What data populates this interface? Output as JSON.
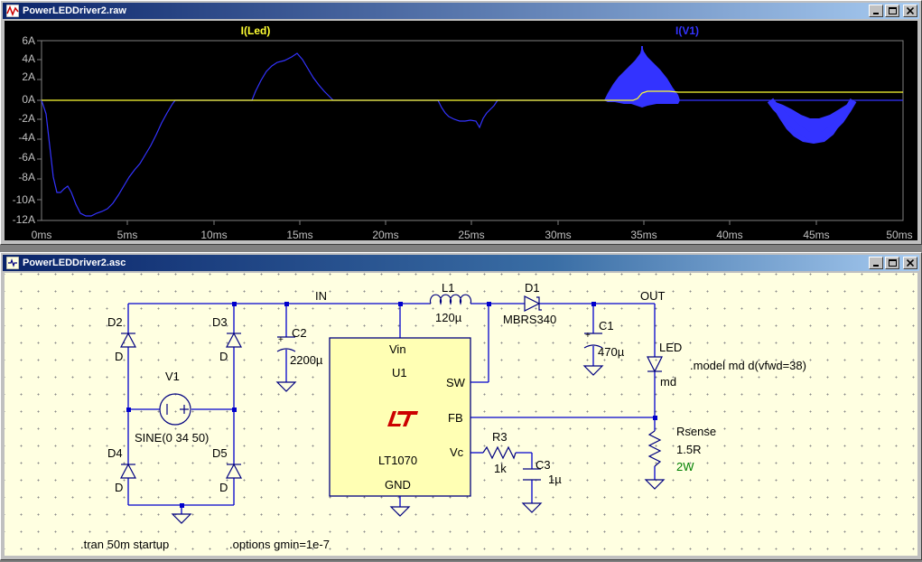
{
  "plot_window": {
    "title": "PowerLEDDriver2.raw",
    "trace_labels": {
      "led": "I(Led)",
      "v1": "I(V1)"
    },
    "y_ticks": [
      "6A",
      "4A",
      "2A",
      "0A",
      "-2A",
      "-4A",
      "-6A",
      "-8A",
      "-10A",
      "-12A"
    ],
    "x_ticks": [
      "0ms",
      "5ms",
      "10ms",
      "15ms",
      "20ms",
      "25ms",
      "30ms",
      "35ms",
      "40ms",
      "45ms",
      "50ms"
    ],
    "colors": {
      "led": "#ffff33",
      "v1": "#3333ff",
      "grid": "#808080",
      "axis_text": "#c0c0c0",
      "background": "#000000"
    }
  },
  "schematic_window": {
    "title": "PowerLEDDriver2.asc",
    "nets": {
      "in": "IN",
      "out": "OUT",
      "led_label": "LED"
    },
    "components": {
      "d2": {
        "name": "D2",
        "value": "D"
      },
      "d3": {
        "name": "D3",
        "value": "D"
      },
      "d4": {
        "name": "D4",
        "value": "D"
      },
      "d5": {
        "name": "D5",
        "value": "D"
      },
      "v1": {
        "name": "V1",
        "value": "SINE(0 34 50)"
      },
      "c2": {
        "name": "C2",
        "value": "2200µ"
      },
      "l1": {
        "name": "L1",
        "value": "120µ"
      },
      "d1": {
        "name": "D1",
        "value": "MBRS340"
      },
      "c1": {
        "name": "C1",
        "value": "470µ"
      },
      "led": {
        "value": "md"
      },
      "u1": {
        "name": "U1",
        "part": "LT1070",
        "pins": {
          "vin": "Vin",
          "sw": "SW",
          "fb": "FB",
          "vc": "Vc",
          "gnd": "GND"
        }
      },
      "r3": {
        "name": "R3",
        "value": "1k"
      },
      "c3": {
        "name": "C3",
        "value": "1µ"
      },
      "rsense": {
        "name": "Rsense",
        "value": "1.5R",
        "power": "2W"
      }
    },
    "directives": {
      "model": ".model md d(vfwd=38)",
      "tran": ".tran 50m startup",
      "options": ".options gmin=1e-7"
    },
    "colors": {
      "wire": "#0000cc",
      "component": "#000080",
      "text": "#000000",
      "power_text": "#008000",
      "ic_fill": "#ffffb4",
      "logo": "#cc0000"
    }
  }
}
